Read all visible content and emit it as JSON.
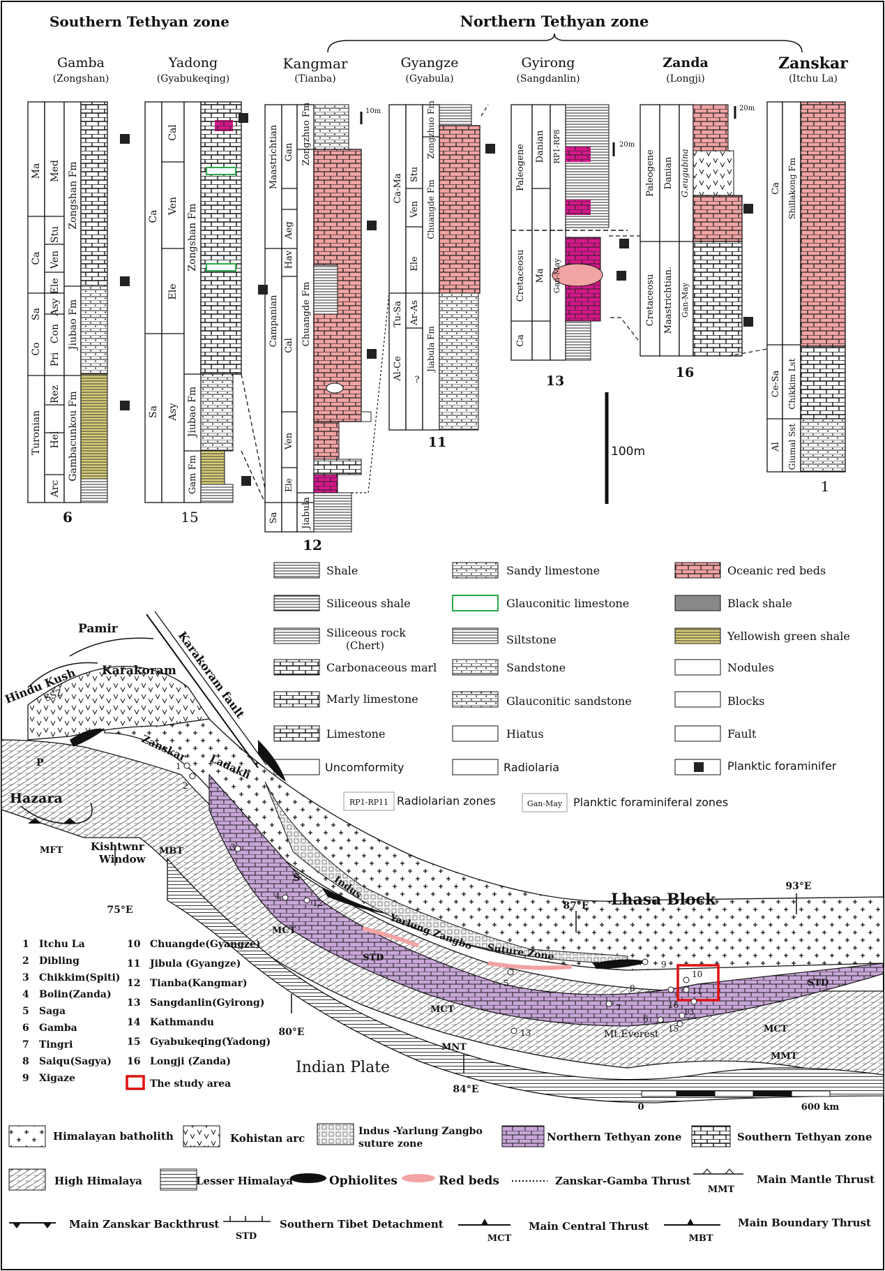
{
  "zones": {
    "southern": "Southern Tethyan zone",
    "northern": "Northern Tethyan zone"
  },
  "sections": [
    {
      "id": "s6",
      "name": "Gamba",
      "sub": "(Zongshan)",
      "num": "6",
      "stages": [
        "Ma",
        "Med",
        "Ca",
        "Stu",
        "Ven",
        "Ele",
        "Sa",
        "Asy",
        "Con",
        "Co",
        "Pri",
        "Rez",
        "Turonian",
        "Hel",
        "Arc"
      ],
      "fms": [
        "Zongshan Fm",
        "Jiubao Fm",
        "Gambacunkou Fm"
      ]
    },
    {
      "id": "s15",
      "name": "Yadong",
      "sub": "(Gyabukeqing)",
      "num": "15",
      "stages": [
        "Ca",
        "Cal",
        "Ven",
        "Ele",
        "Sa",
        "Asy"
      ],
      "fms": [
        "Zongshan Fm",
        "Jiubao Fm",
        "Gam Fm"
      ]
    },
    {
      "id": "s12",
      "name": "Kangmar",
      "sub": "(Tianba)",
      "num": "12",
      "stages": [
        "Maastrichtian",
        "Gan",
        "Campanian",
        "Aeg",
        "Hav",
        "Cal",
        "Ven",
        "Sa",
        "Ele"
      ],
      "fms": [
        "Zongzhuo Fm",
        "Chuangde Fm",
        "Jiabula"
      ]
    },
    {
      "id": "s11",
      "name": "Gyangze",
      "sub": "(Gyabula)",
      "num": "11",
      "stages": [
        "Ca-Ma",
        "Stu",
        "Ven",
        "Ele",
        "Tu-Sa",
        "Ar-As",
        "Al-Ce",
        "?"
      ],
      "fms": [
        "Zongzhuo Fm",
        "Chuangde Fm",
        "Jiabula Fm"
      ]
    },
    {
      "id": "s13",
      "name": "Gyirong",
      "sub": "(Sangdanlin)",
      "num": "13",
      "stages": [
        "Paleogene",
        "Danian",
        "Cretaceosu",
        "Ma",
        "Ca"
      ],
      "fms": [
        "RP1-RP8",
        "Gan-May"
      ]
    },
    {
      "id": "s16",
      "name": "Zanda",
      "sub": "(Longji)",
      "num": "16",
      "stages": [
        "Paleogene",
        "Danian",
        "Cretaceosu",
        "Maastrichtian.",
        "G.eugubina",
        "Gan-May"
      ],
      "fms": []
    },
    {
      "id": "s1",
      "name": "Zanskar",
      "sub": "(Itchu La)",
      "num": "1",
      "stages": [
        "Ca",
        "Ce-Sa",
        "Al"
      ],
      "fms": [
        "Shillakong Fm",
        "Chikkim Lst",
        "Giumal Sst"
      ]
    }
  ],
  "scale": {
    "s10m": "10m",
    "s20m": "20m",
    "s20m_b": "20m",
    "s100m": "100m"
  },
  "legend": [
    "Shale",
    "Sandy limestone",
    "Oceanic red beds",
    "Siliceous shale",
    "Glauconitic  limestone",
    "Black shale",
    "Siliceous rock",
    "Siltstone",
    "Yellowish green shale",
    "Carbonaceous marl",
    "Sandstone",
    "Nodules",
    "Marly limestone",
    "Glauconitic sandstone",
    "Blocks",
    "Limestone",
    "Hiatus",
    "Fault",
    "Uncomformity",
    "Radiolaria",
    "Planktic foraminifer"
  ],
  "legend_extra": {
    "chert": "(Chert)",
    "rp_box": "RP1-RP11",
    "rp": "Radiolarian zones",
    "gan_box": "Gan-May",
    "gan": "Planktic foraminiferal zones"
  },
  "map": {
    "regions": [
      "Pamir",
      "Karakoram",
      "Hindu Kush",
      "SSZ",
      "P",
      "Hazara",
      "Kishtwnr",
      "Window",
      "Ladakh",
      "Zanskar",
      "Karakoram fault",
      "Lhasa Block",
      "Indian Plate",
      "Indus",
      "Yarlung Zangbo",
      "Suture Zone",
      "S",
      "Mt.Everest"
    ],
    "faults": [
      "MFT",
      "MBT",
      "MCT",
      "STD",
      "MNT",
      "MMT"
    ],
    "coords": [
      "75°E",
      "80°E",
      "84°E",
      "87°E",
      "93°E"
    ],
    "scalebar": {
      "zero": "0",
      "max": "600 km"
    },
    "points": [
      "1",
      "2",
      "3",
      "4",
      "5",
      "6",
      "7",
      "8",
      "9",
      "10",
      "11",
      "12",
      "13",
      "15",
      "16"
    ]
  },
  "locations": [
    "Itchu La",
    "Dibling",
    "Chikkim(Spiti)",
    "Bolin(Zanda)",
    "Saga",
    "Gamba",
    "Tingri",
    "Saiqu(Sagya)",
    "Xigaze",
    "Chuangde(Gyangze)",
    "Jibula (Gyangze)",
    "Tianba(Kangmar)",
    "Sangdanlin(Gyirong)",
    "Kathmandu",
    "Gyabukeqing(Yadong)",
    "Longji (Zanda)"
  ],
  "study_area": "The study area",
  "bottom_legend": [
    "Himalayan batholith",
    "Kohistan arc",
    "Indus -Yarlung Zangbo",
    "suture  zone",
    "Northern Tethyan zone",
    "Southern Tethyan zone",
    "High Himalaya",
    "Lesser Himalaya",
    "Ophiolites",
    "Red beds",
    "Zanskar-Gamba Thrust",
    "Main Mantle Thrust",
    "MMT",
    "Main Zanskar Backthrust",
    "Southern Tibet Detachment",
    "STD",
    "Main Central Thrust",
    "MCT",
    "Main Boundary Thrust",
    "MBT"
  ],
  "colors": {
    "red_beds": "#f2a3a3",
    "glauconite": "#2aa84a",
    "yellow_shale": "#d9cf7a",
    "purple": "#c8a6d8",
    "magenta": "#d4188a",
    "study_box": "#e01010"
  }
}
